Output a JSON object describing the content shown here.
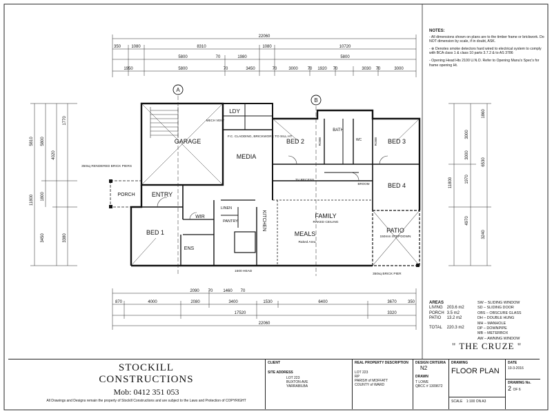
{
  "drawing_title": "\" THE CRUZE \"",
  "notes": {
    "heading": "NOTES:",
    "items": [
      "- All dimensions shown on plans are to the timber frame or brickwork. Do NOT dimension by scale, if in doubt, ASK.",
      "- ⊗ Denotes smoke detectors hard wired to electrical system to comply with BCA class 1 & class 10 parts 3.7.2 & to AS 3786",
      "- Opening Head Hts 2100 U.N.O. Refer to Opening Manu's Spec's for frame opening Ht."
    ]
  },
  "rooms": {
    "garage": "GARAGE",
    "ldy": "LDY",
    "media": "MEDIA",
    "bed2": "BED 2",
    "bed3": "BED 3",
    "bed4": "BED 4",
    "bath": "BATH",
    "entry": "ENTRY",
    "porch": "PORCH",
    "bed1": "BED 1",
    "wir": "WIR",
    "linen": "LINEN",
    "pantry": "PANTRY",
    "kitchen": "KITCHEN",
    "ens": "ENS",
    "family": "FAMILY",
    "meals": "MEALS",
    "patio": "PATIO",
    "mech_vent": "MECH VENT",
    "robe": "ROBE",
    "broom": "BROOM",
    "wc": "WC"
  },
  "annotations": {
    "fc_cladding": "F.C. CLADDING, BRICKWORK TO SILL HT",
    "rendered_piers": "350sq RENDERED BRICK PIERS",
    "brick_pier": "350sq BRICK PIER",
    "head_1500": "1500 HEAD",
    "raked_ceiling": "RAKED CEILING",
    "raked_area": "Raked Area",
    "patio_dn": "150mm STEPDOWN",
    "tv_recess": "TV RECESS",
    "section_a": "A",
    "section_b": "B"
  },
  "dims": {
    "top_total": "22060",
    "top_row2": [
      "350",
      "1080",
      "8310",
      "1080",
      "10720"
    ],
    "top_row3": [
      "5800",
      "70",
      "1980",
      "5800"
    ],
    "top_row4": [
      "1950",
      "5800",
      "70",
      "3450",
      "70",
      "3000",
      "70",
      "1920",
      "70",
      "3030",
      "70",
      "3000"
    ],
    "bottom_total": "22060",
    "bottom_row1": [
      "870",
      "4000",
      "2080",
      "3400",
      "1530",
      "6400",
      "3670",
      "350"
    ],
    "bottom_row2": [
      "17520",
      "3320"
    ],
    "bottom_openings": [
      "2090",
      "70",
      "1460",
      "70"
    ],
    "left_dims": [
      "5810",
      "5800",
      "4020",
      "1770",
      "11800",
      "1800",
      "3450",
      "3380"
    ],
    "right_dims": [
      "1860",
      "3000",
      "3000",
      "6530",
      "11800",
      "1970",
      "4970",
      "3240"
    ]
  },
  "areas": {
    "heading": "AREAS",
    "rows": [
      {
        "name": "LIVING",
        "value": "203.6 m2"
      },
      {
        "name": "PORCH",
        "value": "3.5 m2"
      },
      {
        "name": "PATIO",
        "value": "13.2 m2"
      },
      {
        "name": "TOTAL",
        "value": "220.3 m2"
      }
    ]
  },
  "legend": [
    "SW – SLIDING WINDOW",
    "SD – SLIDING DOOR",
    "OBS – OBSCURE GLASS",
    "DH – DOUBLE HUNG",
    "MH – MANHOLE",
    "DP – DOWNPIPE",
    "MB – METERBOX",
    "AW – AWNING WINDOW"
  ],
  "title_block": {
    "company_line1": "STOCKILL",
    "company_line2": "CONSTRUCTIONS",
    "mobile": "Mob: 0412 351 053",
    "copyright": "All Drawings and Designs remain the property of Stockill Constructions and are subject to the Laws and Protection of COPYRIGHT",
    "client_label": "CLIENT",
    "site_label": "SITE ADDRESS",
    "site_lines": [
      "LOT 223",
      "BUXTON AVE",
      "YARRABILBA"
    ],
    "rp_label": "REAL PROPERTY DESCRIPTION",
    "rp_lines": [
      "LOT 223",
      "RP",
      "PARISH of MOFFATT",
      "COUNTY of WARD"
    ],
    "design_label": "DESIGN CRITERIA",
    "design_value": "N2",
    "drawn_label": "DRAWN",
    "drawn_lines": [
      "T LOWE",
      "QBCC # 1309672"
    ],
    "drawing_label": "DRAWING",
    "drawing_value": "FLOOR PLAN",
    "scale_label": "SCALE",
    "scale_value": "1:100 ON A3",
    "date_label": "DATE",
    "date_value": "10-3-2016",
    "drawing_no_label": "DRAWING No.",
    "drawing_no_value": "2",
    "drawing_of": "OF 6"
  }
}
